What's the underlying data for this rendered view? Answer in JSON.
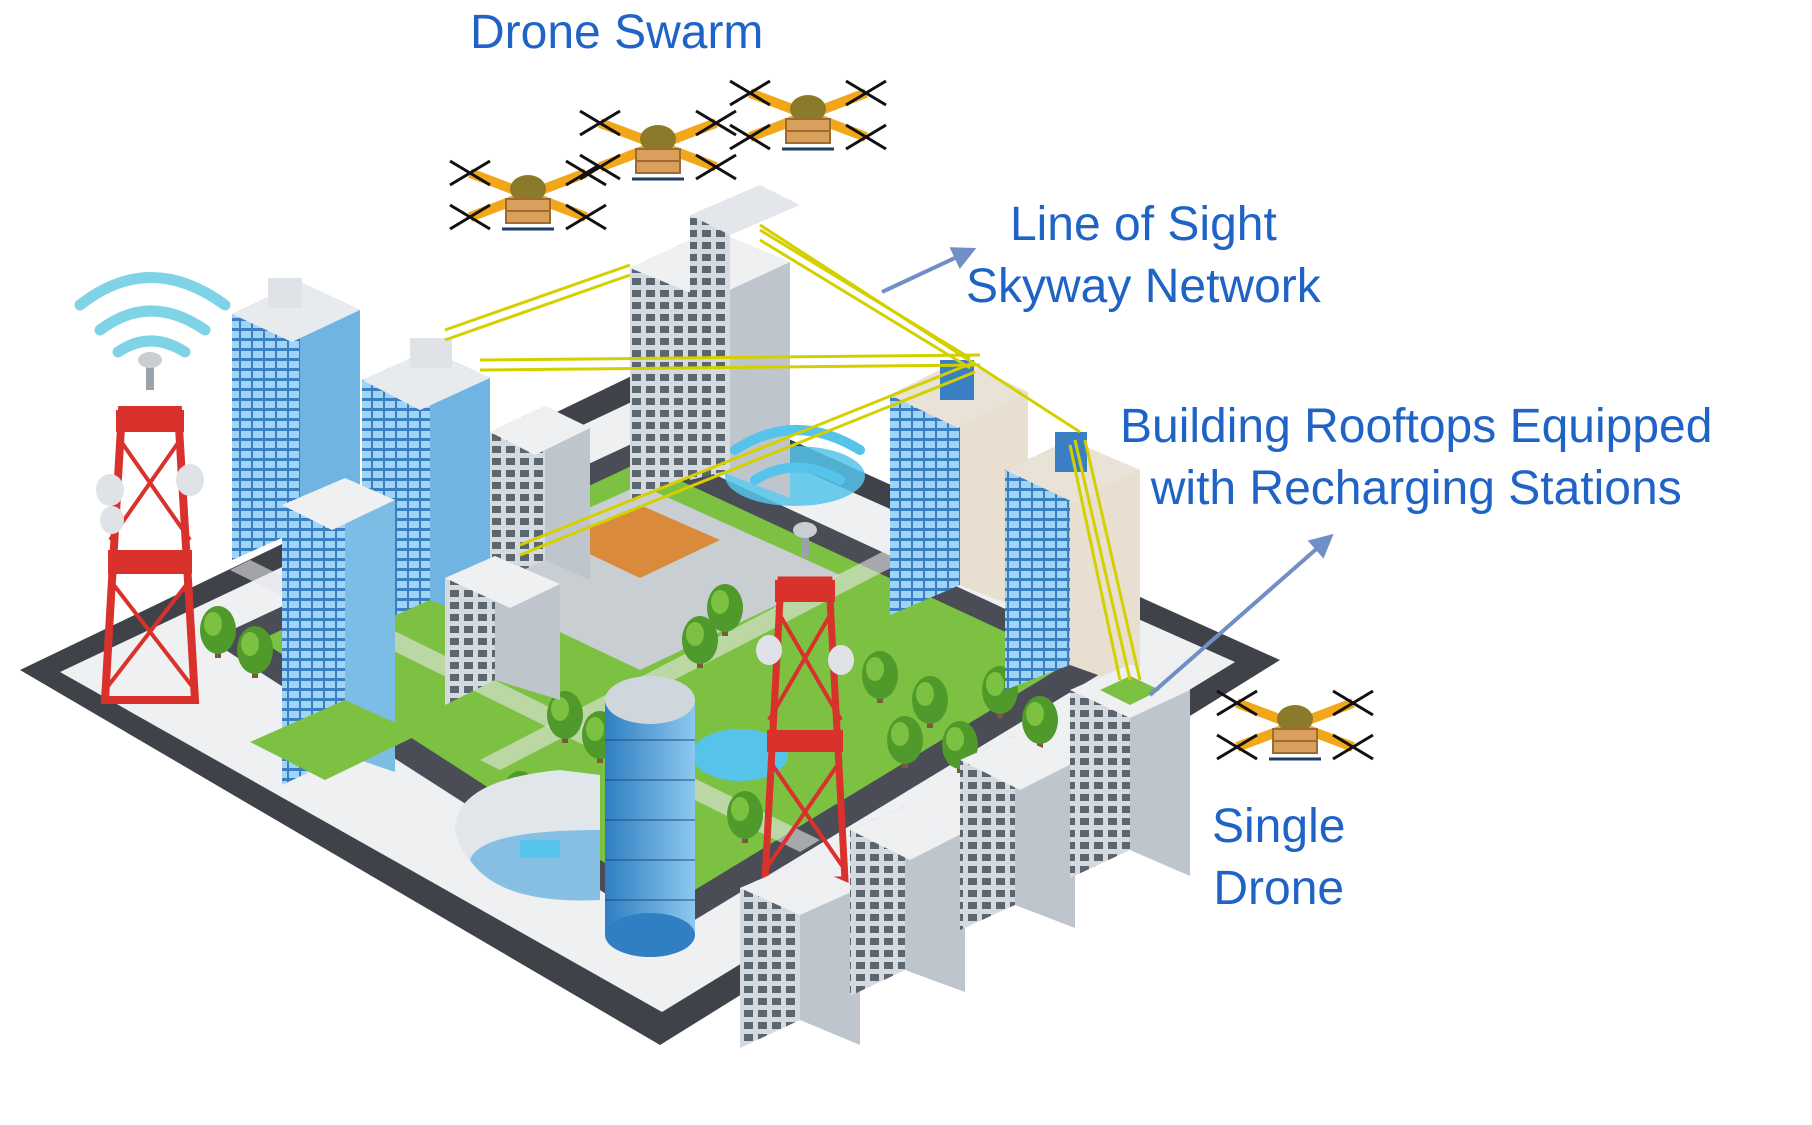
{
  "labels": {
    "drone_swarm": "Drone Swarm",
    "skyway_line1": "Line of Sight",
    "skyway_line2": "Skyway Network",
    "rooftops_line1": "Building Rooftops Equipped",
    "rooftops_line2": "with Recharging Stations",
    "single_line1": "Single",
    "single_line2": "Drone"
  },
  "colors": {
    "label_text": "#1f63c6",
    "arrow": "#6f8fc6",
    "skyway_line": "#d4d000",
    "road": "#4a4d55",
    "grass": "#7cc142",
    "tower_red": "#d9312b",
    "glass_blue": "#4d9fd6",
    "drone_orange": "#f2a71b",
    "wifi_cyan": "#7fd3e6"
  },
  "icons": [
    "drone-icon",
    "cell-tower-icon",
    "wifi-signal-icon",
    "building-icon",
    "tree-icon",
    "arrow-icon"
  ]
}
